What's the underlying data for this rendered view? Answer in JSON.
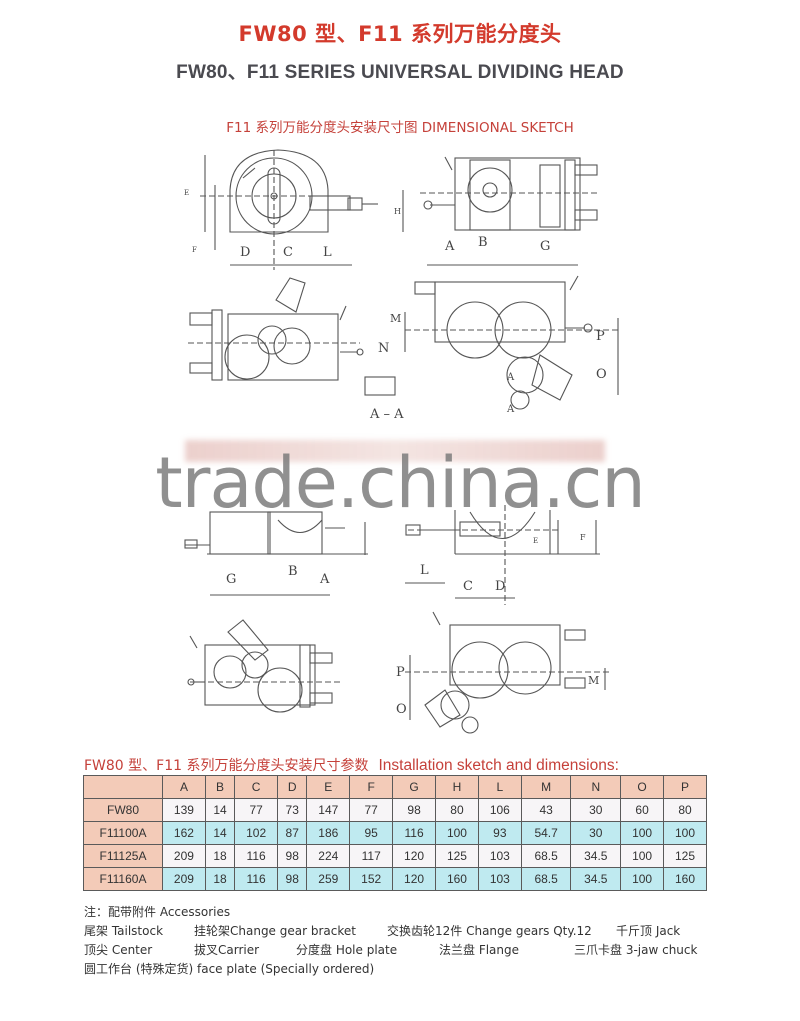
{
  "header": {
    "title_cn": "FW80 型、F11 系列万能分度头",
    "title_en": "FW80、F11 SERIES UNIVERSAL DIVIDING HEAD",
    "sketch_title": "F11 系列万能分度头安装尺寸图  DIMENSIONAL SKETCH"
  },
  "drawings": {
    "labels_top": [
      "E",
      "F",
      "D",
      "C",
      "L",
      "H",
      "A",
      "B",
      "G"
    ],
    "labels_mid": [
      "M",
      "N",
      "A - A",
      "P",
      "O",
      "A",
      "A"
    ],
    "labels_lower": [
      "G",
      "B",
      "A",
      "L",
      "C",
      "D",
      "E",
      "F"
    ],
    "labels_bottom": [
      "P",
      "O",
      "M"
    ]
  },
  "watermark": "trade.china.cn",
  "table": {
    "title_cn": "FW80 型、F11 系列万能分度头安装尺寸参数",
    "title_en": "Installation sketch and dimensions:",
    "columns": [
      "A",
      "B",
      "C",
      "D",
      "E",
      "F",
      "G",
      "H",
      "L",
      "M",
      "N",
      "O",
      "P"
    ],
    "rows": [
      {
        "model": "FW80",
        "values": [
          "139",
          "14",
          "77",
          "73",
          "147",
          "77",
          "98",
          "80",
          "106",
          "43",
          "30",
          "60",
          "80"
        ]
      },
      {
        "model": "F11100A",
        "values": [
          "162",
          "14",
          "102",
          "87",
          "186",
          "95",
          "116",
          "100",
          "93",
          "54.7",
          "30",
          "100",
          "100"
        ]
      },
      {
        "model": "F11125A",
        "values": [
          "209",
          "18",
          "116",
          "98",
          "224",
          "117",
          "120",
          "125",
          "103",
          "68.5",
          "34.5",
          "100",
          "125"
        ]
      },
      {
        "model": "F11160A",
        "values": [
          "209",
          "18",
          "116",
          "98",
          "259",
          "152",
          "120",
          "160",
          "103",
          "68.5",
          "34.5",
          "100",
          "160"
        ]
      }
    ],
    "colors": {
      "header_bg": "#f3cbb8",
      "row_alt_bg": "#bfeaf0",
      "row_bg": "#f7f5f7"
    }
  },
  "notes": {
    "heading": "注：配带附件 Accessories",
    "items": [
      [
        "尾架 Tailstock",
        "挂轮架Change gear bracket",
        "交换齿轮12件  Change gears  Qty.12",
        "千斤顶 Jack"
      ],
      [
        "顶尖  Center",
        "拔叉Carrier",
        "分度盘  Hole plate",
        "法兰盘  Flange",
        "三爪卡盘 3-jaw chuck"
      ],
      [
        "圆工作台  (特殊定货)  face plate  (Specially ordered)"
      ]
    ]
  },
  "colors": {
    "title_red": "#d33a2c",
    "title_gray": "#4a4a50"
  }
}
